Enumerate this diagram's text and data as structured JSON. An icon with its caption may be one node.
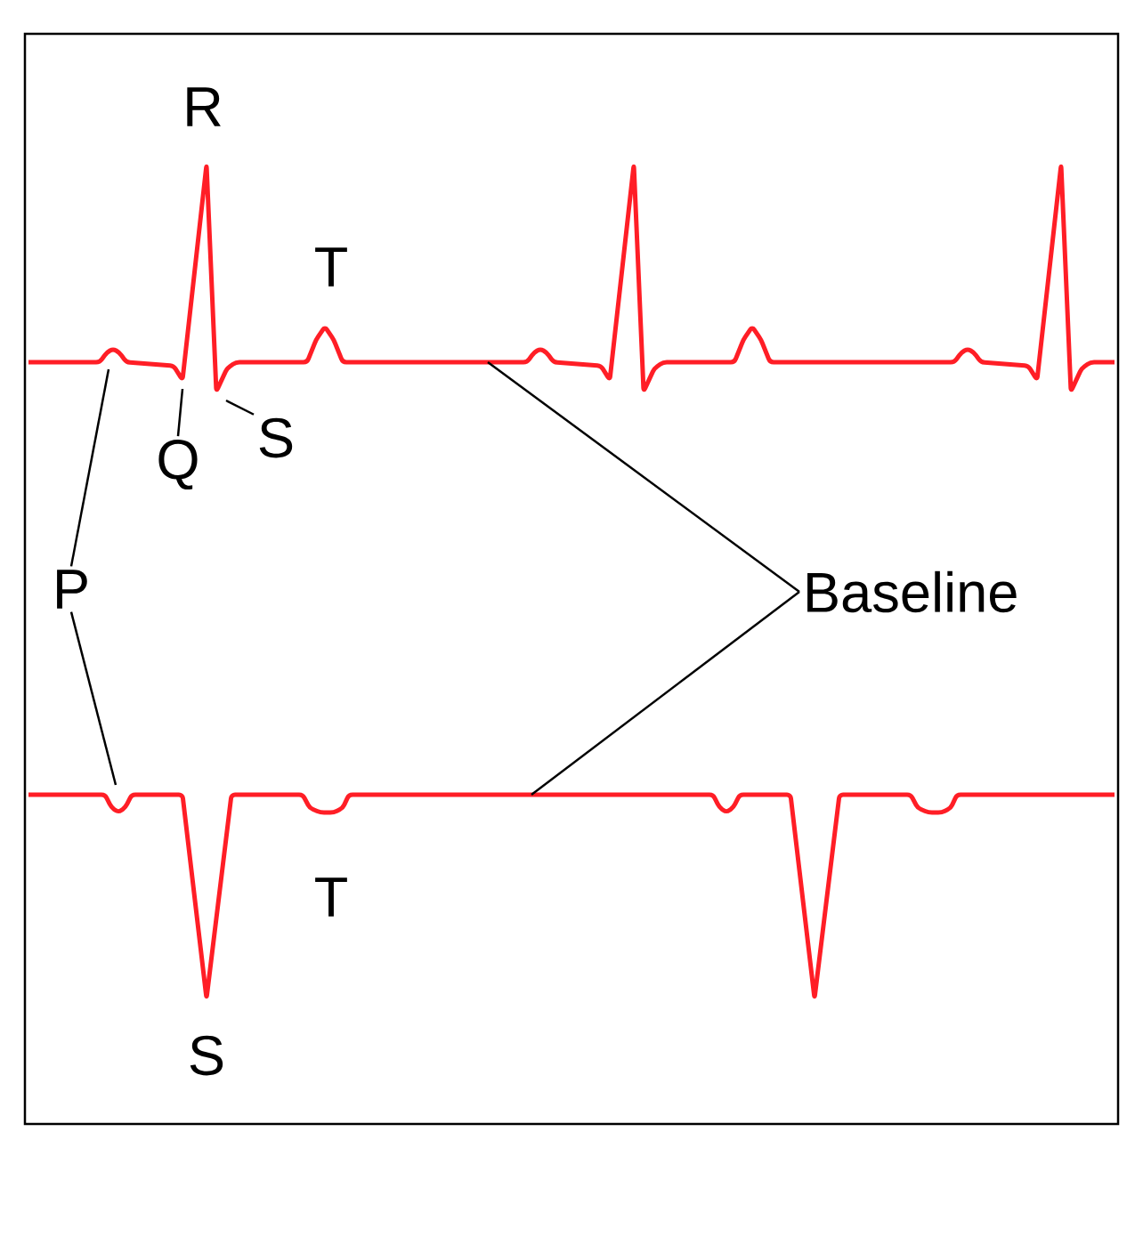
{
  "diagram": {
    "nodes": [
      {
        "text": [
          "P"
        ]
      },
      {
        "text": [
          "Q"
        ]
      },
      {
        "text": [
          "S"
        ]
      },
      {
        "text": [
          "Baseline"
        ]
      }
    ],
    "edges": [
      {
        "from": 0,
        "to": null,
        "arrow": "none"
      },
      {
        "from": 0,
        "to": null,
        "arrow": "none"
      },
      {
        "from": 1,
        "to": null,
        "arrow": "none"
      },
      {
        "from": 2,
        "to": null,
        "arrow": "none"
      },
      {
        "from": 3,
        "to": null,
        "arrow": "none"
      },
      {
        "from": 3,
        "to": null,
        "arrow": "none"
      }
    ],
    "labels": [
      "R",
      "T",
      "T",
      "S"
    ]
  }
}
